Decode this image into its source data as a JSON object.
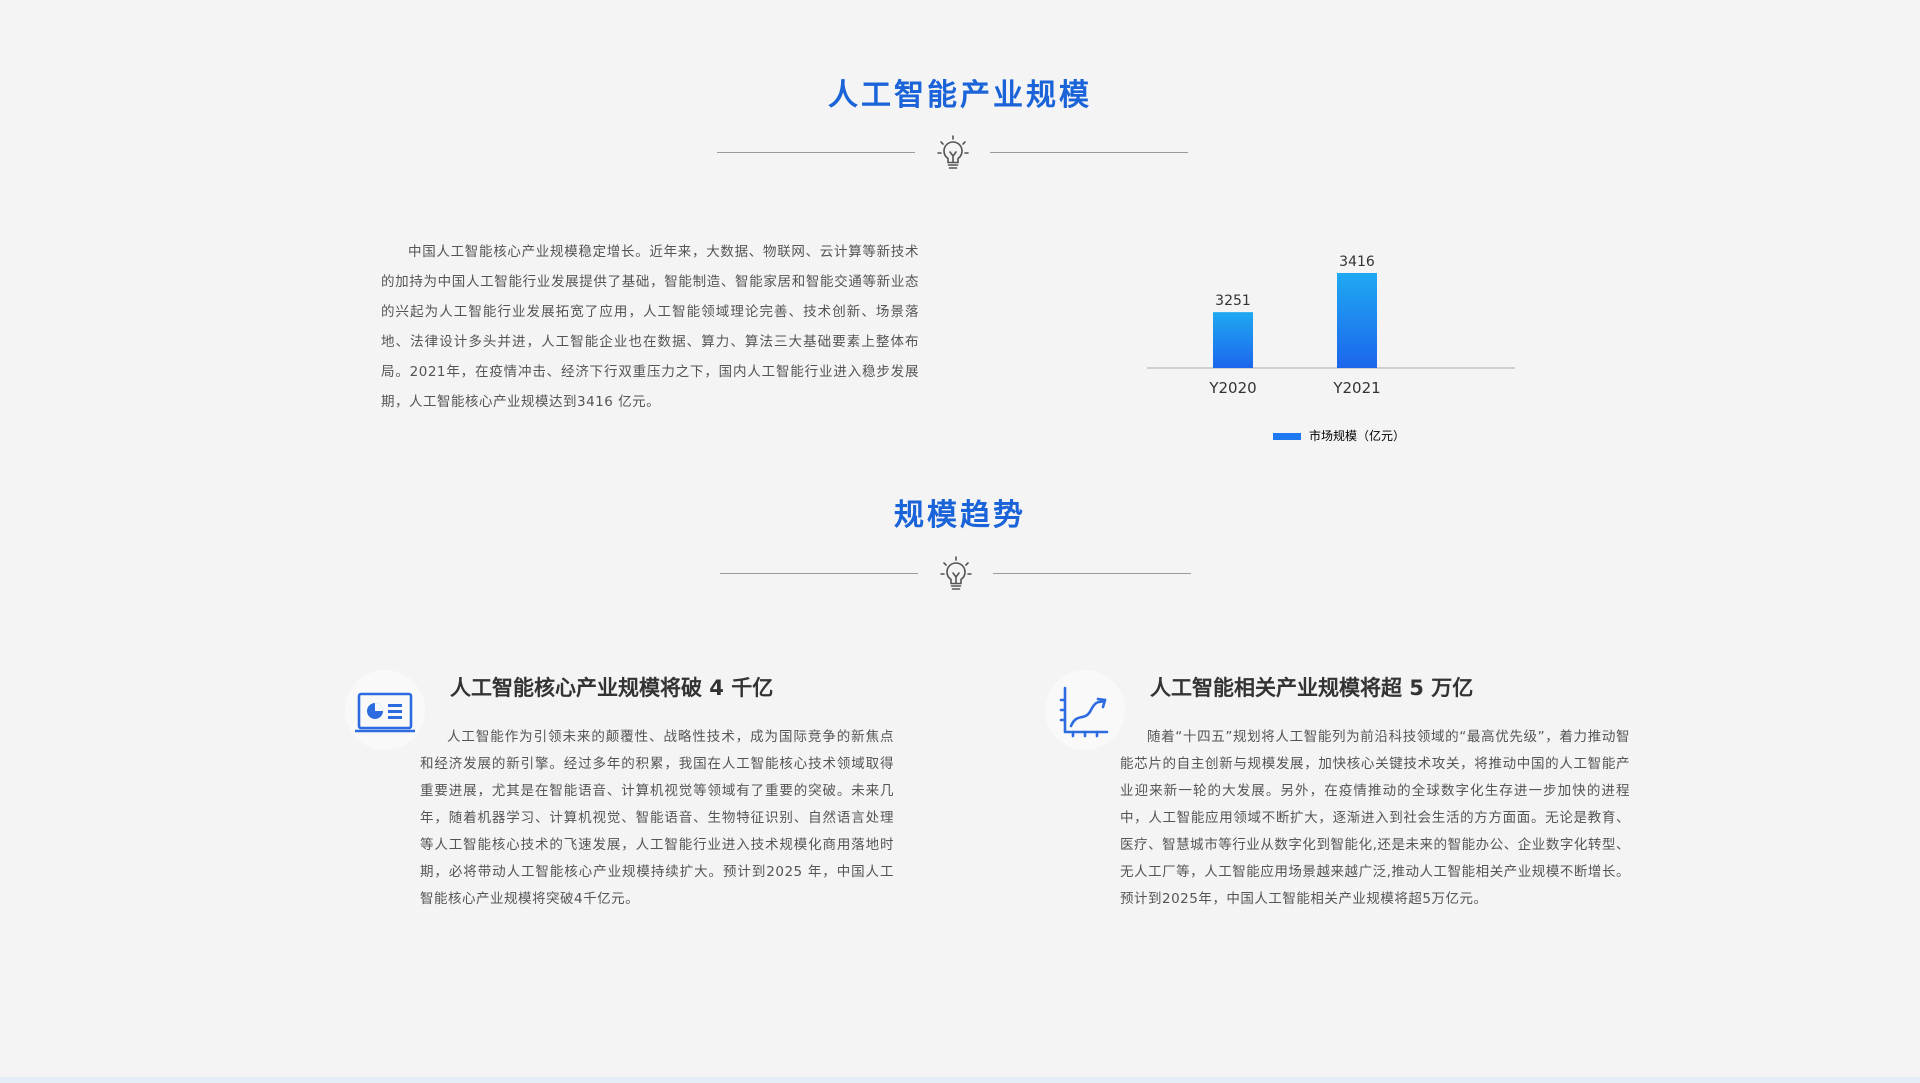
{
  "section1": {
    "title": "人工智能产业规模",
    "paragraph": "中国人工智能核心产业规模稳定增长。近年来，大数据、物联网、云计算等新技术的加持为中国人工智能行业发展提供了基础，智能制造、智能家居和智能交通等新业态的兴起为人工智能行业发展拓宽了应用，人工智能领域理论完善、技术创新、场景落地、法律设计多头并进，人工智能企业也在数据、算力、算法三大基础要素上整体布局。2021年，在疫情冲击、经济下行双重压力之下，国内人工智能行业进入稳步发展期，人工智能核心产业规模达到3416 亿元。"
  },
  "chart_data": {
    "type": "bar",
    "categories": [
      "Y2020",
      "Y2021"
    ],
    "series": [
      {
        "name": "市场规模（亿元）",
        "values": [
          3251,
          3416
        ]
      }
    ],
    "data_labels": [
      "3251",
      "3416"
    ],
    "legend": "bottom",
    "grid": false,
    "color": "#1e78f0"
  },
  "section2": {
    "title": "规模趋势",
    "cards": [
      {
        "icon": "presentation-chart-icon",
        "title": "人工智能核心产业规模将破 4 千亿",
        "text": "人工智能作为引领未来的颠覆性、战略性技术，成为国际竞争的新焦点和经济发展的新引擎。经过多年的积累，我国在人工智能核心技术领域取得重要进展，尤其是在智能语音、计算机视觉等领域有了重要的突破。未来几年，随着机器学习、计算机视觉、智能语音、生物特征识别、自然语言处理等人工智能核心技术的飞速发展，人工智能行业进入技术规模化商用落地时期，必将带动人工智能核心产业规模持续扩大。预计到2025 年，中国人工智能核心产业规模将突破4千亿元。"
      },
      {
        "icon": "growth-chart-icon",
        "title": "人工智能相关产业规模将超 5 万亿",
        "text": "随着“十四五”规划将人工智能列为前沿科技领域的“最高优先级”，着力推动智能芯片的自主创新与规模发展，加快核心关键技术攻关，将推动中国的人工智能产业迎来新一轮的大发展。另外，在疫情推动的全球数字化生存进一步加快的进程中，人工智能应用领域不断扩大，逐渐进入到社会生活的方方面面。无论是教育、医疗、智慧城市等行业从数字化到智能化,还是未来的智能办公、企业数字化转型、无人工厂等，人工智能应用场景越来越广泛,推动人工智能相关产业规模不断增长。预计到2025年，中国人工智能相关产业规模将超5万亿元。"
      }
    ]
  },
  "colors": {
    "accent": "#1a63d8",
    "bar_top": "#1fa9f2",
    "bar_bottom": "#1c66ec"
  }
}
